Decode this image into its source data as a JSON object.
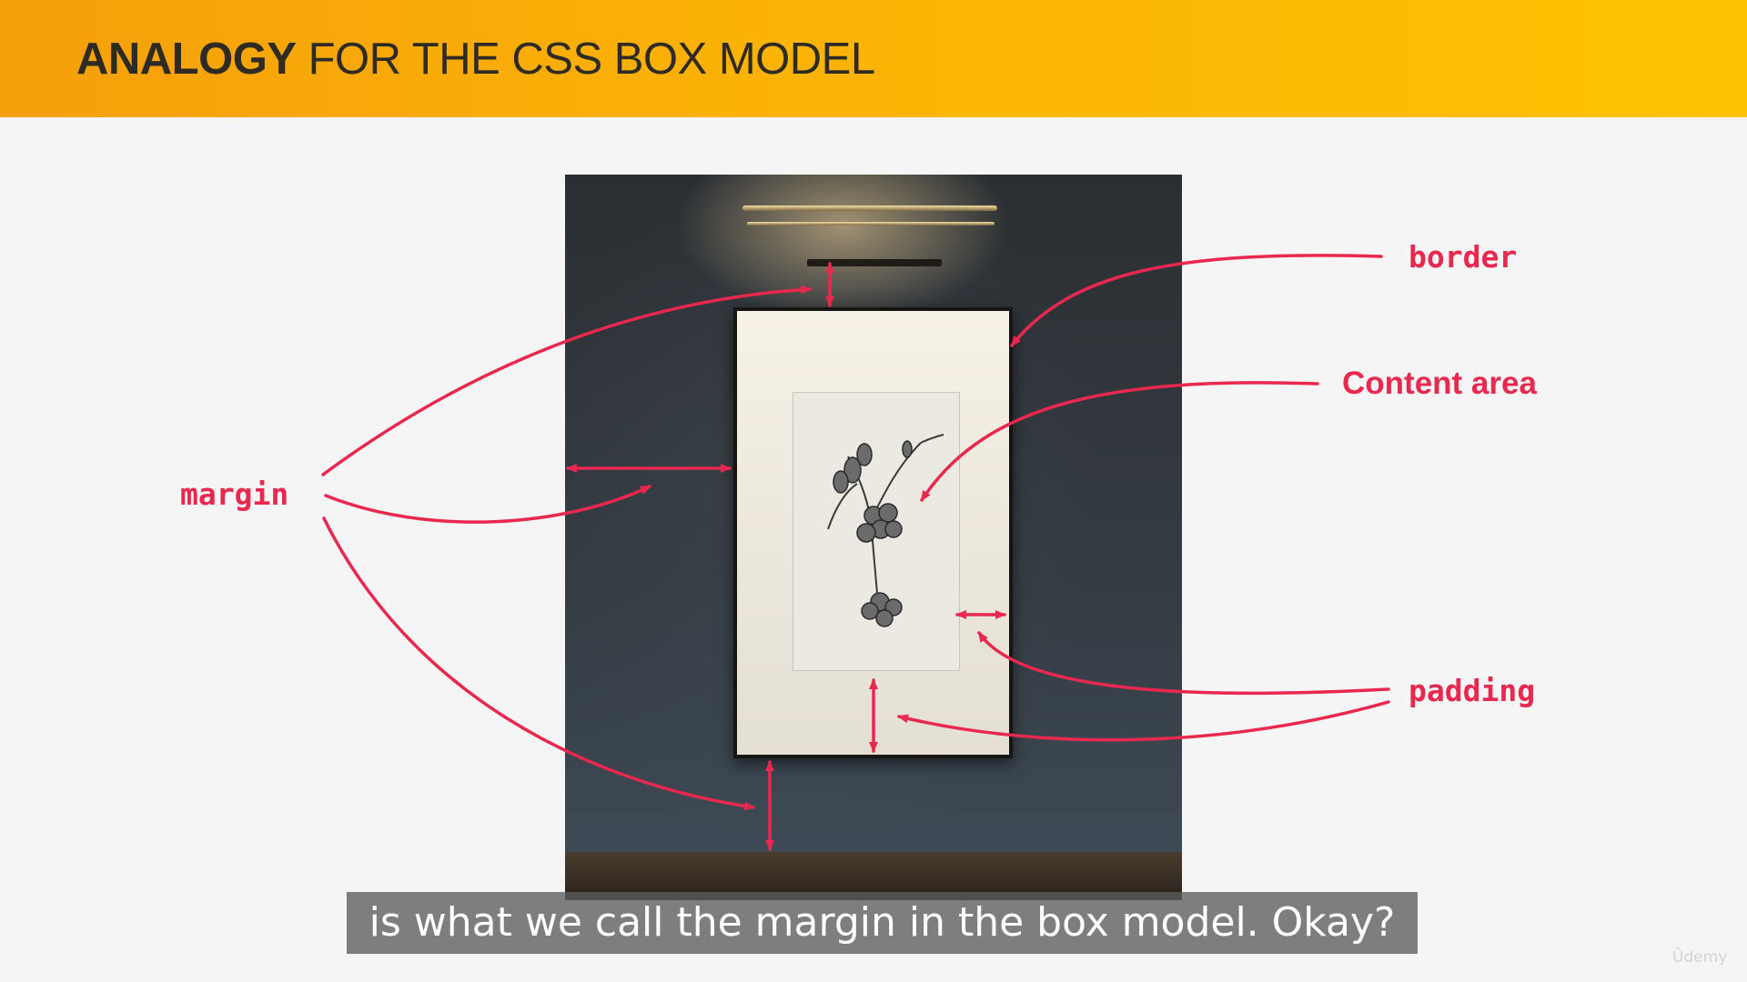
{
  "slide": {
    "title_bold": "ANALOGY",
    "title_rest": " FOR THE CSS BOX MODEL",
    "header_colors": [
      "#f59f0a",
      "#fec202"
    ],
    "accent_color": "#e8284e"
  },
  "labels": {
    "border": "border",
    "content_area": "Content area",
    "margin": "margin",
    "padding": "padding"
  },
  "subtitle": {
    "text": "is what we call the margin in the box model. Okay?"
  },
  "watermark": {
    "text": "Ûdemy"
  }
}
